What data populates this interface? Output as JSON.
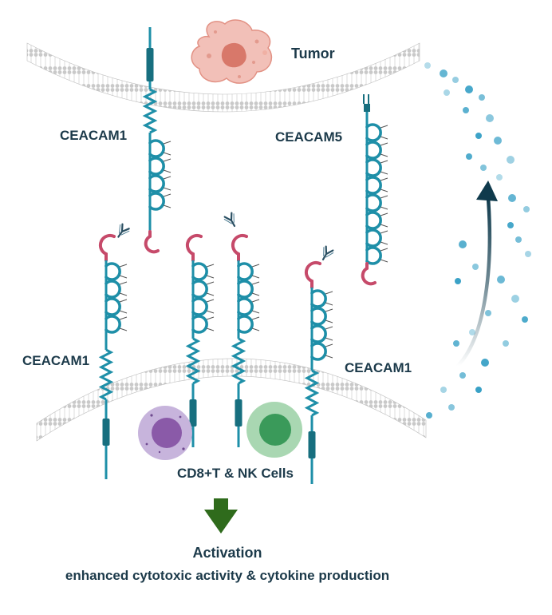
{
  "labels": {
    "tumor": "Tumor",
    "ceacam1_tumor": "CEACAM1",
    "ceacam5_tumor": "CEACAM5",
    "ceacam1_left": "CEACAM1",
    "ceacam1_right": "CEACAM1",
    "immune_cells": "CD8+T & NK Cells",
    "activation": "Activation",
    "effect": "enhanced cytotoxic activity & cytokine production"
  },
  "colors": {
    "receptor": "#1e8fa8",
    "receptor_dark": "#176f7f",
    "n_domain": "#c64a6a",
    "membrane_head": "#c4c4c4",
    "membrane_tail": "#e6e6e6",
    "arrow": "#2a6a1e",
    "text": "#1c3a4a",
    "tumor_cell": "#e59c91",
    "nk_cell": "#8b62ad",
    "t_cell": "#3f9e5e",
    "release_dots": "#2a9ac2"
  },
  "icons": [
    "tumor-cell-icon",
    "nk-cell-icon",
    "t-cell-icon",
    "antibody-icon",
    "down-arrow-icon",
    "curved-arrow-icon"
  ]
}
